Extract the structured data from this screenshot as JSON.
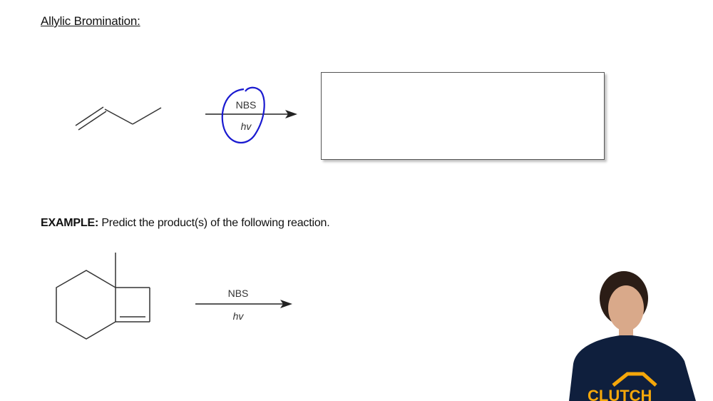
{
  "header": {
    "title": "Allylic Bromination:"
  },
  "reaction1": {
    "reagent": "NBS",
    "condition": "hv"
  },
  "example": {
    "label": "EXAMPLE:",
    "prompt": "Predict the product(s) of the following reaction.",
    "reagent": "NBS",
    "condition": "hv"
  },
  "presenter": {
    "shirt_text": "CLUTCH"
  },
  "colors": {
    "annotation_ink": "#1a1ad0",
    "shirt": "#0f1f3d",
    "logo": "#f5a70a"
  }
}
